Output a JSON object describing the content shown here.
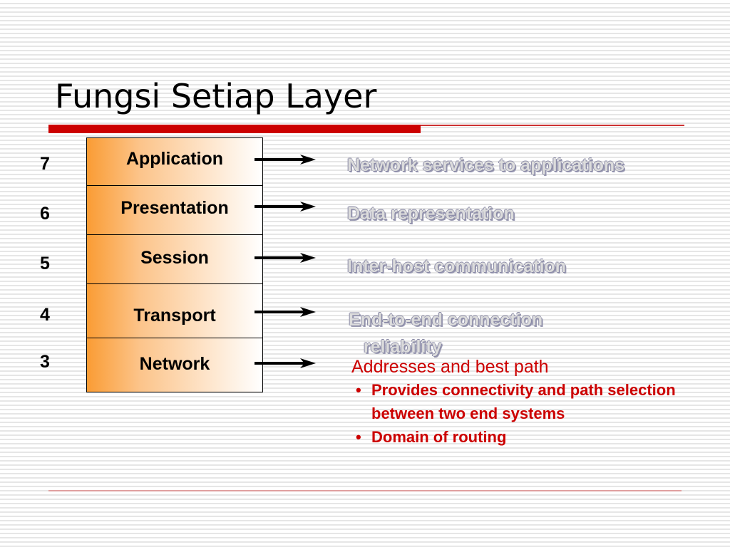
{
  "slide": {
    "title": "Fungsi Setiap Layer"
  },
  "layers": [
    {
      "number": "7",
      "name": "Application",
      "description": "Network services to applications"
    },
    {
      "number": "6",
      "name": "Presentation",
      "description": "Data representation"
    },
    {
      "number": "5",
      "name": "Session",
      "description": "Inter-host communication"
    },
    {
      "number": "4",
      "name": "Transport",
      "description": "End-to-end connection\n   reliability"
    },
    {
      "number": "3",
      "name": "Network"
    }
  ],
  "network_detail": {
    "heading": "Addresses and best path",
    "bullets": [
      "Provides connectivity and path selection between two end systems",
      "Domain of routing"
    ]
  },
  "colors": {
    "title_rule": "#cc0000",
    "layer_gradient_start": "#fa9c34",
    "description_text": "#dcdcdc",
    "detail_text": "#cc0000"
  }
}
